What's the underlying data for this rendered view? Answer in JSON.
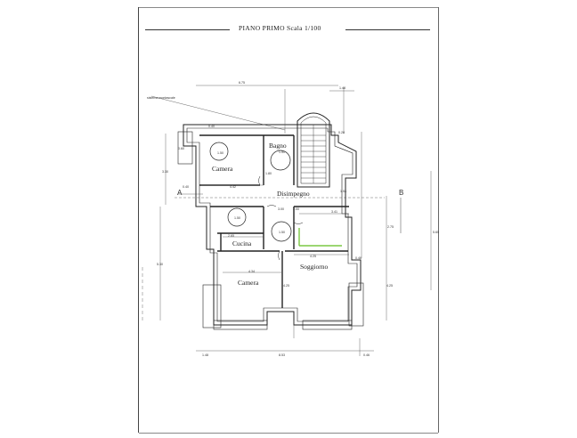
{
  "title": "PIANO PRIMO  Scala 1/100",
  "note": "sistema montascale",
  "rooms": {
    "camera_top": "Camera",
    "bagno": "Bagno",
    "disimpegno": "Disimpegno",
    "cucina": "Cucina",
    "soggiorno": "Soggiorno",
    "camera_bottom": "Camera"
  },
  "section_letters": {
    "a": "A",
    "b": "B"
  },
  "dims": {
    "top_total": "6.75",
    "top_right": "1.48",
    "d040": "0.40",
    "d028": "0.28",
    "d120": "1.20",
    "left_upper": "3.30",
    "left_lower": "5.30",
    "w140": "0.40",
    "w442": "4.42",
    "w300": "3.00",
    "w341": "3.41",
    "w265": "2.65",
    "w425": "4.25",
    "w434": "4.34",
    "h153": "1.53",
    "h275": "2.75",
    "right_tall": "5.65",
    "bottom_left": "1.48",
    "bottom_total": "8.53",
    "bottom_right": "0.46",
    "h425": "4.25",
    "h425b": "4.25",
    "circle": "1.50",
    "d060": "0.60",
    "d046": "0.46",
    "d200": "2.00",
    "d180": "1.80"
  }
}
